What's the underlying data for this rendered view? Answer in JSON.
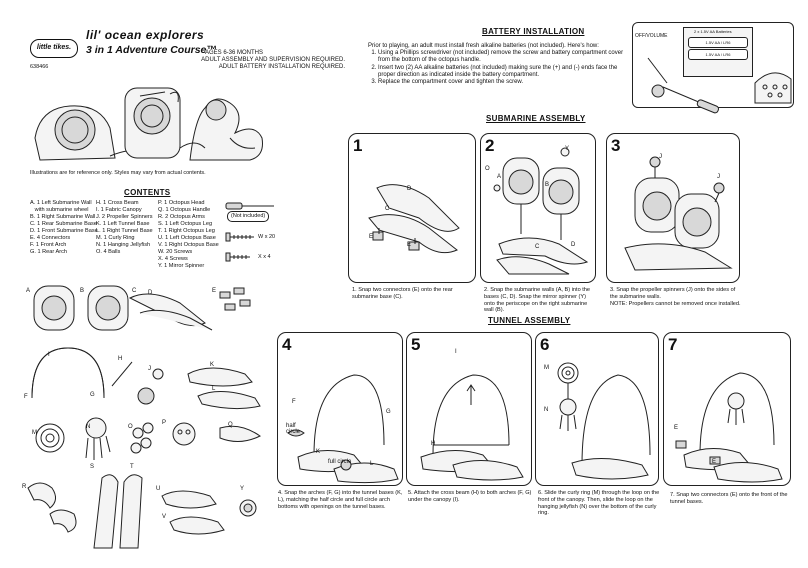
{
  "header": {
    "logo": "little tikes.",
    "brand": "lil' ocean explorers",
    "product": "3 in 1 Adventure Course™",
    "item_number": "638466",
    "age": "AGES 6-36 MONTHS",
    "notice1": "ADULT ASSEMBLY AND SUPERVISION REQUIRED.",
    "notice2": "ADULT BATTERY INSTALLATION REQUIRED.",
    "illustration_note": "Illustrations are for reference only. Styles may vary from actual contents."
  },
  "contents": {
    "title": "CONTENTS",
    "col1": [
      "A. 1 Left Submarine Wall",
      "   with submarine wheel",
      "B. 1 Right Submarine Wall",
      "C. 1 Rear Submarine Base",
      "D. 1 Front Submarine Base",
      "E. 4 Connectors",
      "F. 1 Front Arch",
      "G. 1 Rear Arch"
    ],
    "col2": [
      "H. 1 Cross Beam",
      "I. 1 Fabric Canopy",
      "J. 2 Propeller Spinners",
      "K. 1 Left Tunnel Base",
      "L. 1 Right Tunnel Base",
      "M. 1 Curly Ring",
      "N. 1 Hanging Jellyfish",
      "O. 4 Balls"
    ],
    "col3": [
      "P. 1 Octopus Head",
      "Q. 1 Octopus Handle",
      "R. 2 Octopus Arms",
      "S. 1 Left Octopus Leg",
      "T. 1 Right Octopus Leg",
      "U. 1 Left Octopus Base",
      "V. 1 Right Octopus Base",
      "W. 20 Screws",
      "X. 4 Screws",
      "Y. 1 Mirror Spinner"
    ],
    "not_included": "(Not included)",
    "screw_w": "W x 20",
    "screw_x": "X x 4"
  },
  "part_letters": [
    "A",
    "B",
    "C",
    "D",
    "E",
    "F",
    "G",
    "H",
    "I",
    "J",
    "K",
    "L",
    "M",
    "N",
    "O",
    "P",
    "Q",
    "R",
    "S",
    "T",
    "U",
    "V",
    "Y"
  ],
  "battery": {
    "title": "BATTERY INSTALLATION",
    "intro": "Prior to playing, an adult must install fresh alkaline batteries (not included). Here's how:",
    "steps": [
      "Using a Phillips screwdriver (not included) remove the screw and battery compartment cover from the bottom of the octopus handle.",
      "Insert two (2) AA alkaline batteries (not included) making sure the (+) and (-) ends face the proper direction as indicated inside the battery compartment.",
      "Replace the compartment cover and tighten the screw."
    ],
    "diagram_labels": {
      "switch": "OFF/VOLUME",
      "battery_spec": "2 x 1.5V AA Batteries",
      "cell1": "1.5V AA / LR6",
      "cell2": "1.5V AA / LR6"
    }
  },
  "submarine": {
    "title": "SUBMARINE ASSEMBLY",
    "steps": [
      {
        "num": "1",
        "caption": "1. Snap two connectors (E) onto the rear submarine base (C).",
        "labels": [
          "C",
          "D",
          "E",
          "E"
        ]
      },
      {
        "num": "2",
        "caption": "2. Snap the submarine walls (A, B) into the bases (C, D). Snap the mirror spinner (Y) onto the periscope on the right submarine wall (B).",
        "labels": [
          "A",
          "B",
          "C",
          "D",
          "O",
          "Y"
        ]
      },
      {
        "num": "3",
        "caption": "3. Snap the propeller spinners (J) onto the sides of the submarine walls.",
        "note": "NOTE: Propellers cannot be removed once installed.",
        "labels": [
          "J",
          "J"
        ]
      }
    ]
  },
  "tunnel": {
    "title": "TUNNEL ASSEMBLY",
    "steps": [
      {
        "num": "4",
        "caption": "4. Snap the arches (F, G) into the tunnel bases (K, L), matching the half circle and full circle arch bottoms with openings on the tunnel bases.",
        "labels": [
          "F",
          "G",
          "K",
          "L"
        ],
        "half": "half circle",
        "full": "full circle"
      },
      {
        "num": "5",
        "caption": "5. Attach the cross beam (H) to both arches (F, G) under the canopy (I).",
        "labels": [
          "H",
          "I"
        ]
      },
      {
        "num": "6",
        "caption": "6. Slide the curly ring (M) through the loop on the front of the canopy. Then, slide the loop on the hanging jellyfish (N) over the bottom of the curly ring.",
        "labels": [
          "M",
          "N"
        ]
      },
      {
        "num": "7",
        "caption": "7. Snap two connectors (E) onto the front of the tunnel bases.",
        "labels": [
          "E",
          "E"
        ]
      }
    ]
  }
}
